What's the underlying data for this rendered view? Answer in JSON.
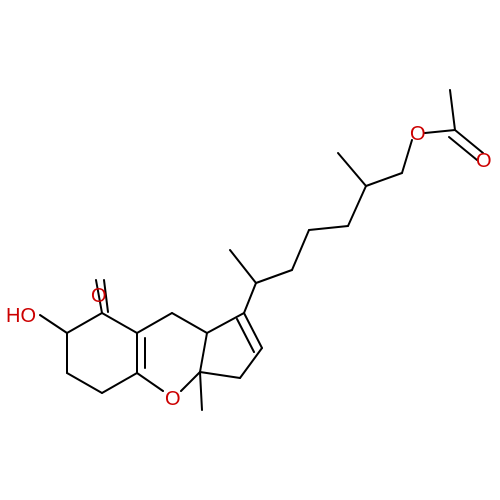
{
  "molecule": {
    "atom_labels": {
      "ring_oxygen": "O",
      "ketone_oxygen": "O",
      "hydroxyl": "HO",
      "ester_oxygen": "O",
      "carbonyl_oxygen": "O"
    }
  },
  "colors": {
    "bond": "#000000",
    "heteroatom": "#cc0000",
    "background": "#ffffff"
  }
}
